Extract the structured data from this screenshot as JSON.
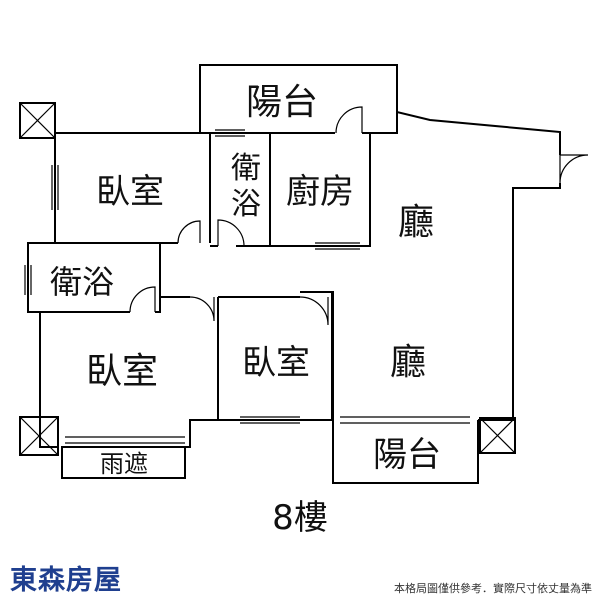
{
  "floor_plan": {
    "rooms": {
      "balcony_top": "陽台",
      "bedroom_top": "臥室",
      "bath_top": "衛浴",
      "kitchen": "廚房",
      "living_top": "廳",
      "bath_left": "衛浴",
      "bedroom_bottom_left": "臥室",
      "bedroom_bottom_mid": "臥室",
      "living_bottom": "廳",
      "balcony_bottom": "陽台",
      "canopy": "雨遮"
    },
    "floor_label": "8樓"
  },
  "footer": {
    "brand": "東森房屋",
    "disclaimer": "本格局圖僅供參考．實際尺寸依丈量為準"
  },
  "colors": {
    "brand": "#1f3f8f",
    "walls": "#000000"
  }
}
